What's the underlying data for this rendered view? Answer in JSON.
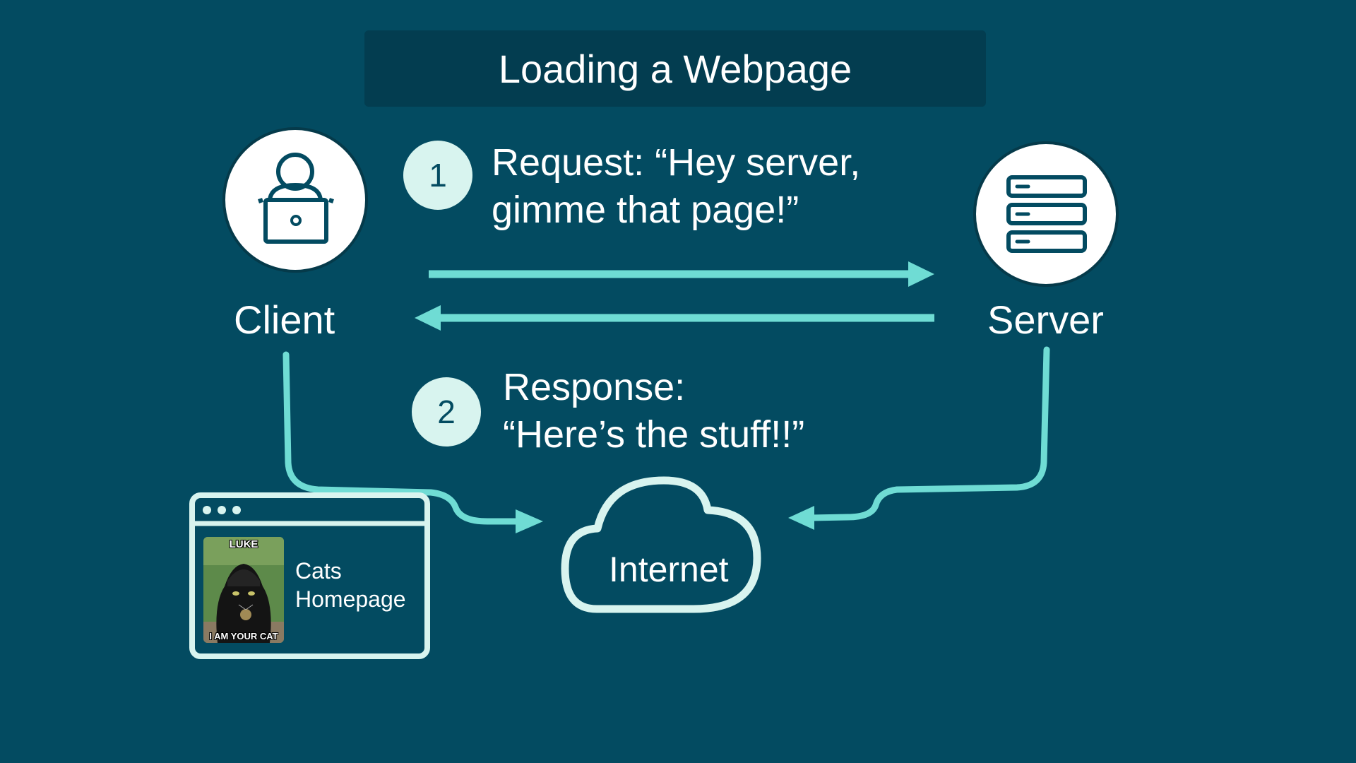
{
  "title": "Loading a Webpage",
  "client": {
    "label": "Client",
    "icon": "user-laptop-icon"
  },
  "server": {
    "label": "Server",
    "icon": "server-rack-icon"
  },
  "step1": {
    "number": "1",
    "line1": "Request: “Hey server,",
    "line2": "gimme that page!”"
  },
  "step2": {
    "number": "2",
    "line1": "Response:",
    "line2": "“Here’s the stuff!!”"
  },
  "browser": {
    "line1": "Cats",
    "line2": "Homepage"
  },
  "meme": {
    "top_text": "LUKE",
    "bottom_text": "I AM YOUR CAT"
  },
  "internet": {
    "label": "Internet",
    "icon": "cloud-icon"
  },
  "colors": {
    "background": "#034b61",
    "title_box": "#033d50",
    "accent": "#6fdcd4",
    "circle_fill": "#ffffff",
    "step_fill": "#d8f4ef"
  }
}
